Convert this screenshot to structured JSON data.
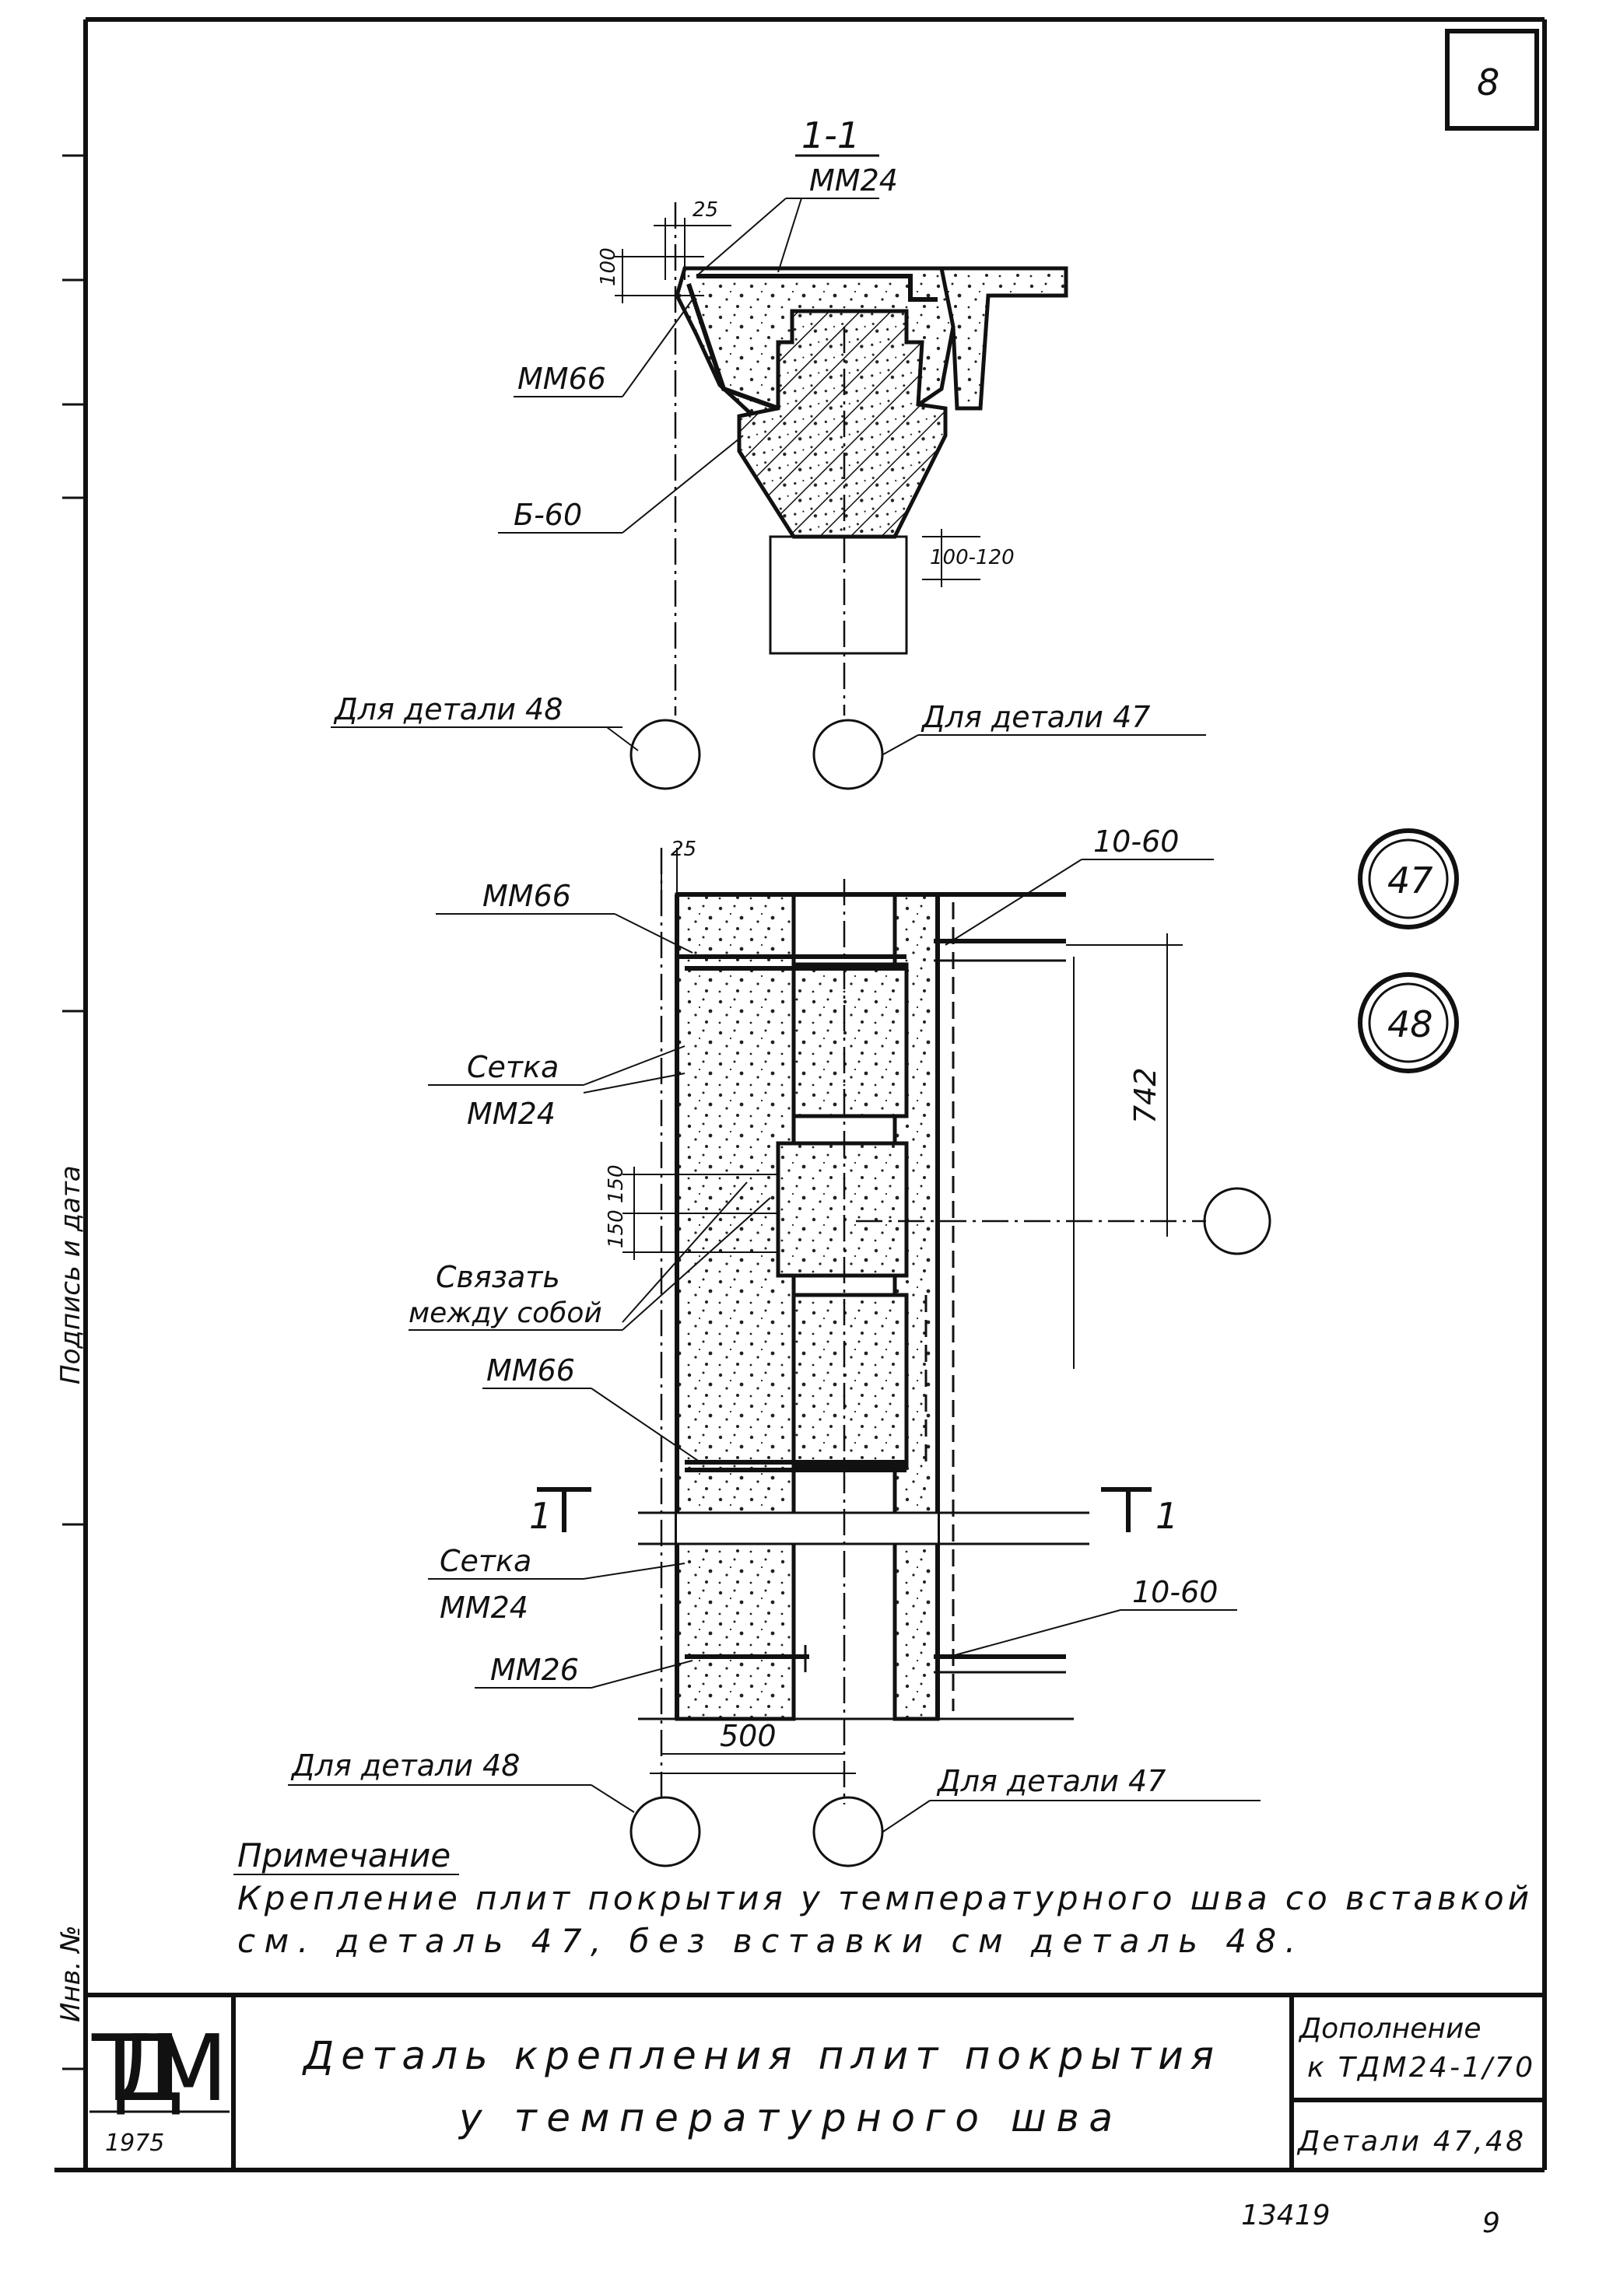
{
  "sheet": {
    "number": "8",
    "footer_code": "13419",
    "footer_page": "9"
  },
  "section": {
    "title": "1-1",
    "labels": {
      "mm24": "ММ24",
      "mm66": "ММ66",
      "b60": "Б-60",
      "dim_25": "25",
      "dim_100": "100",
      "dim_100_120": "100-120",
      "for_detail_48": "Для детали 48",
      "for_detail_47": "Для детали 47"
    }
  },
  "plan": {
    "labels": {
      "dim_25": "25",
      "mm66_top": "ММ66",
      "d10_60_top": "10-60",
      "setka_top": "Сетка",
      "mm24_top": "ММ24",
      "dim_742": "742",
      "dim_150_150": "150 150",
      "svyazat_1": "Связать",
      "svyazat_2": "между собой",
      "mm66_bottom": "ММ66",
      "cut_left": "1",
      "cut_right": "1",
      "setka_bottom": "Сетка",
      "mm24_bottom": "ММ24",
      "d10_60_bottom": "10-60",
      "mm26": "ММ26",
      "dim_500": "500",
      "for_detail_48": "Для детали 48",
      "for_detail_47": "Для детали 47"
    }
  },
  "markers": {
    "detail_47": "47",
    "detail_48": "48"
  },
  "note": {
    "heading": "Примечание",
    "line1": "Крепление плит покрытия у температурного шва со вставкой",
    "line2": "см. деталь 47, без вставки см деталь 48."
  },
  "title_block": {
    "logo": "ТДМ",
    "year": "1975",
    "title_line1": "Деталь крепления плит покрытия",
    "title_line2": "у температурного шва",
    "supplement_1": "Дополнение",
    "supplement_2": "к ТДМ24-1/70",
    "details": "Детали 47,48"
  },
  "margin": {
    "text": "Подпись и дата",
    "stamp": "Инв. №"
  }
}
